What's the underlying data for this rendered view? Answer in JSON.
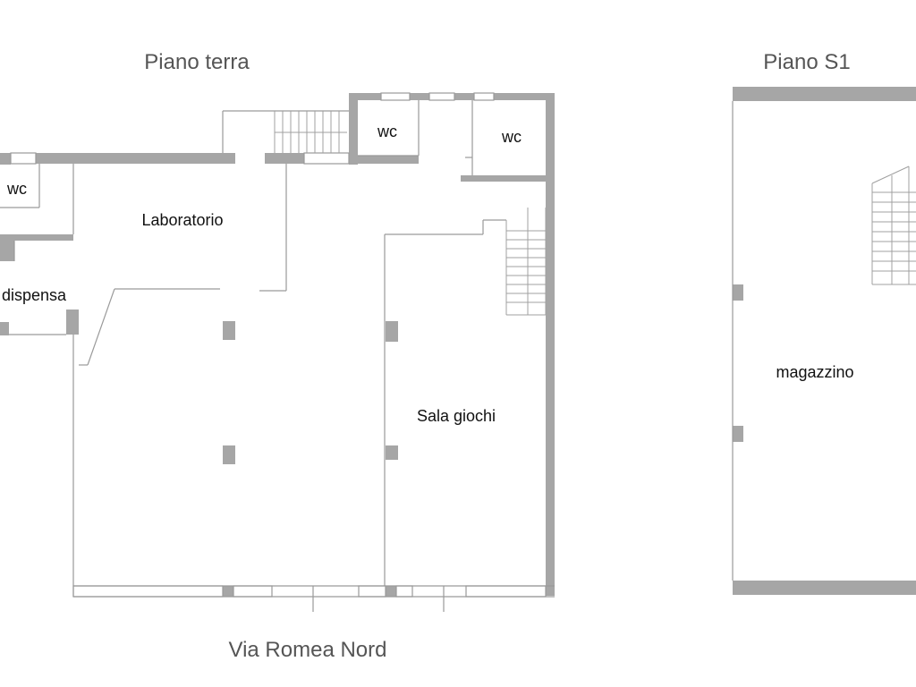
{
  "titles": {
    "ground_floor": "Piano terra",
    "basement": "Piano S1",
    "street": "Via Romea Nord"
  },
  "rooms": {
    "wc_top_left": "wc",
    "wc_top_center": "wc",
    "wc_top_right": "wc",
    "laboratorio": "Laboratorio",
    "dispensa": "dispensa",
    "sala_giochi": "Sala giochi",
    "magazzino": "magazzino"
  },
  "colors": {
    "wall": "#a6a6a6",
    "line": "#9a9a9a",
    "title_text": "#555555",
    "room_text": "#111111"
  }
}
